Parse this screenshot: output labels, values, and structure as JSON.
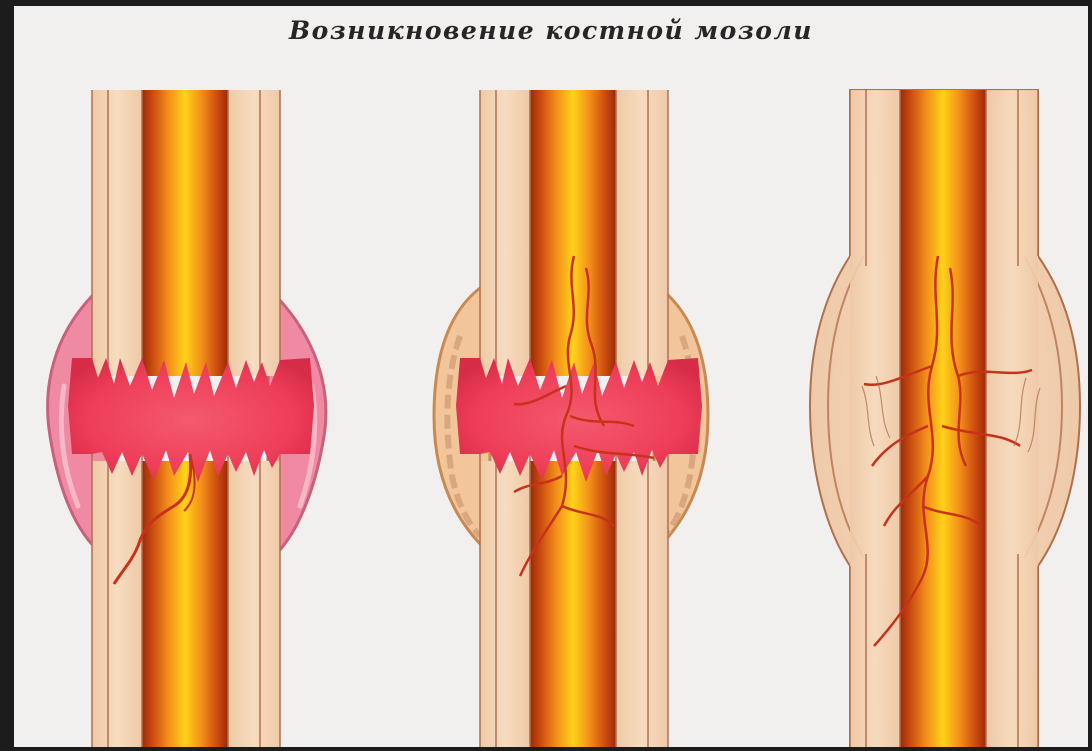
{
  "title": "Возникновение костной мозоли",
  "stages": [
    {
      "name": "fracture-hematoma"
    },
    {
      "name": "soft-callus-vascular-ingrowth"
    },
    {
      "name": "hard-callus-remodeling"
    }
  ],
  "colors": {
    "background": "#f2f0ef",
    "bone_cortex": "#f3d2b3",
    "cortex_line": "#b0704e",
    "marrow_center": "#ffd21a",
    "marrow_edge": "#9c2a08",
    "hematoma": "#f0435e",
    "periosteum": "#e694a8",
    "callus_outline": "#d9a77f",
    "vessel": "#c8321a"
  }
}
